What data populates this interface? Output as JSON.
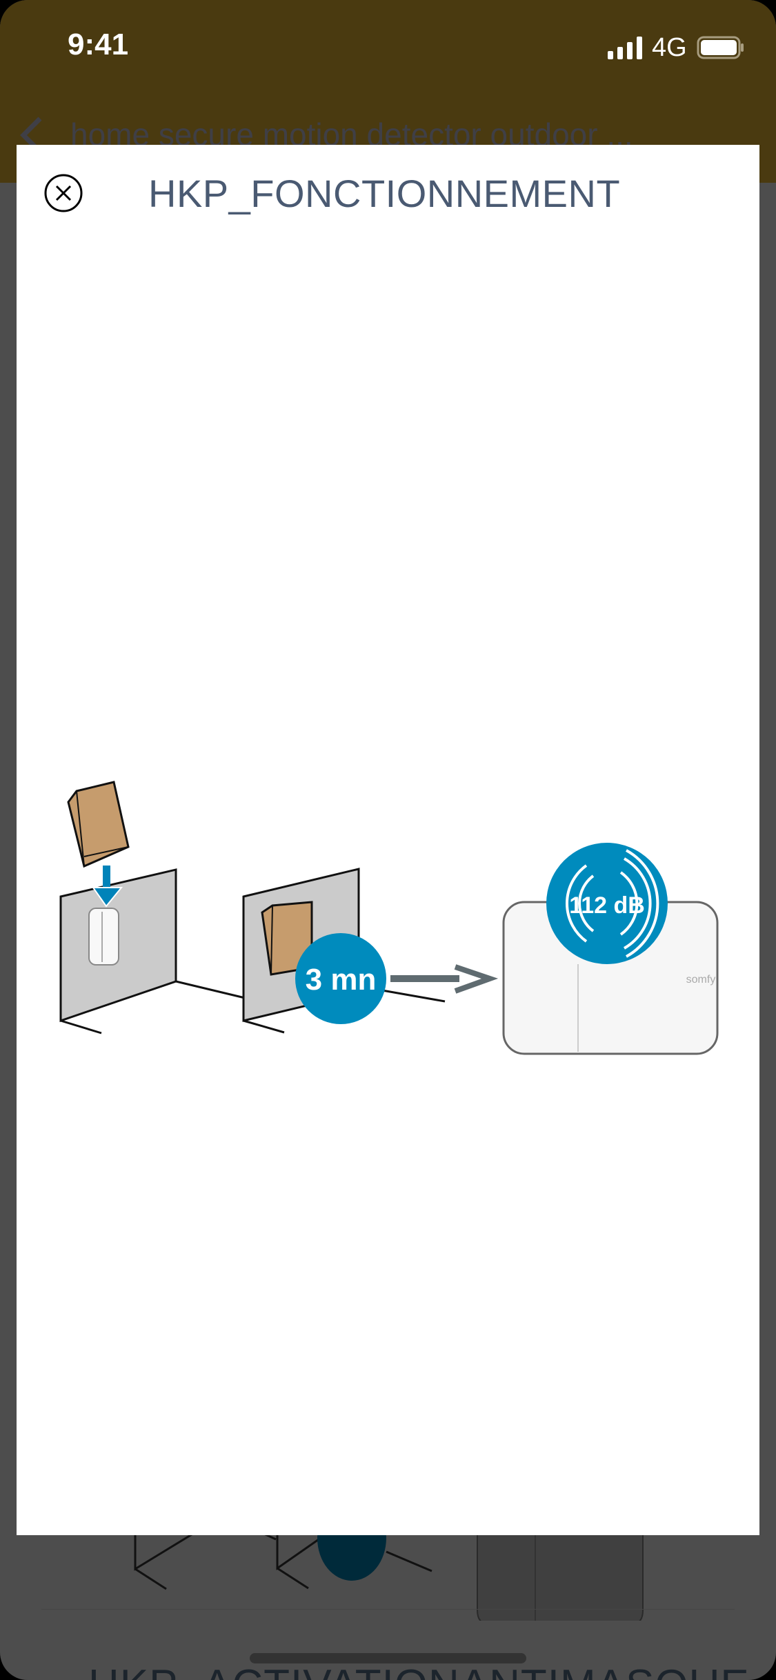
{
  "status_bar": {
    "time": "9:41",
    "network": "4G"
  },
  "nav": {
    "title": "home secure motion detector outdoor ..."
  },
  "modal": {
    "title": "HKP_FONCTIONNEMENT",
    "illustration": {
      "timer_label": "3 mn",
      "sound_label": "112 dB",
      "brand_label": "somfy"
    }
  },
  "background": {
    "next_section_title": "HKP_ACTIVATIONANTIMASQUE"
  },
  "colors": {
    "header": "#4a3a10",
    "accent_blue": "#008bbd",
    "cardboard": "#c69c6d",
    "title": "#4a5a72"
  }
}
